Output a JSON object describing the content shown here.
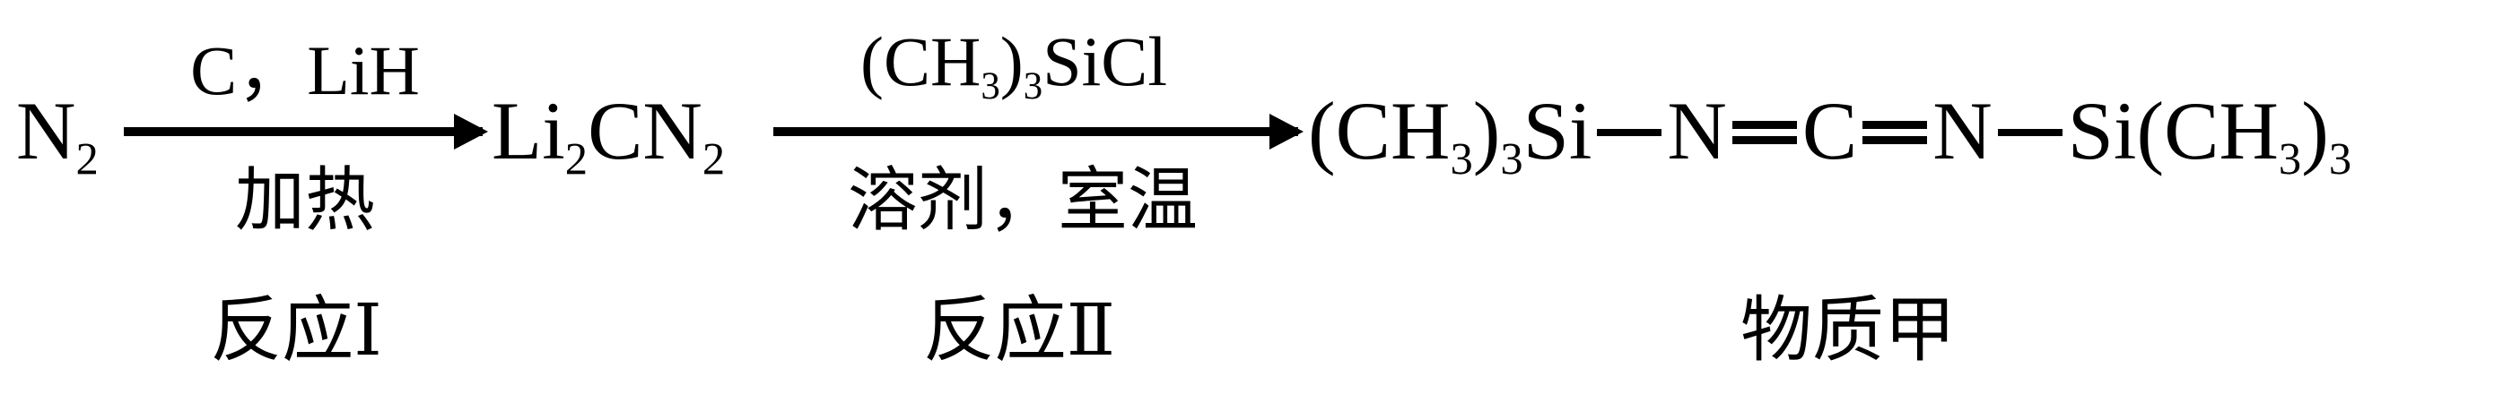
{
  "reaction1": {
    "reactant": {
      "symbol": "N",
      "sub": "2"
    },
    "above": "C，LiH",
    "below": "加热",
    "label": "反应Ⅰ"
  },
  "intermediate": {
    "li": "Li",
    "li_sub": "2",
    "cn": "CN",
    "cn_sub": "2"
  },
  "reaction2": {
    "above": {
      "open": "(CH",
      "sub1": "3",
      "close": ")",
      "sub2": "3",
      "rest": "SiCl"
    },
    "below": "溶剂，室温",
    "label": "反应Ⅱ"
  },
  "product": {
    "left": {
      "open": "(CH",
      "sub1": "3",
      "close": ")",
      "sub2": "3",
      "si": "Si"
    },
    "n1": "N",
    "c": "C",
    "n2": "N",
    "right": {
      "si": "Si",
      "open": "(CH",
      "sub1": "3",
      "close": ")",
      "sub2": "3"
    },
    "label": "物质甲"
  }
}
